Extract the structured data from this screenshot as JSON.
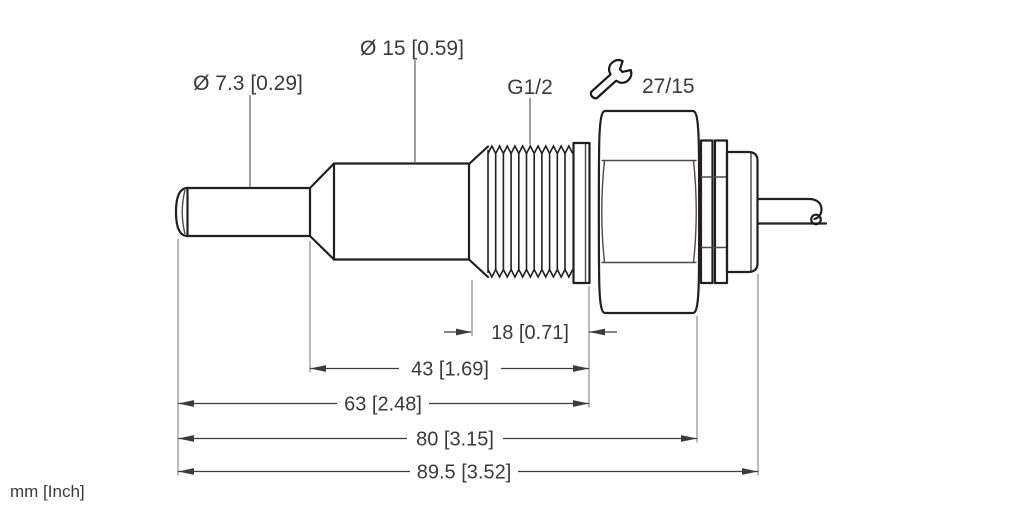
{
  "diagram": {
    "type": "technical-dimension-drawing",
    "units_note": "mm [Inch]",
    "callouts": {
      "tip_diameter": "Ø 7.3 [0.29]",
      "body_diameter": "Ø 15 [0.59]",
      "thread_spec": "G1/2",
      "wrench_size": "27/15"
    },
    "dimensions": {
      "thread_length": "18 [0.71]",
      "mount_length": "43 [1.69]",
      "probe_length": "63 [2.48]",
      "housing_length": "80 [3.15]",
      "overall_length": "89.5 [3.52]"
    },
    "icons": {
      "wrench": "wrench-icon",
      "cable_break": "cable-break-icon"
    },
    "colors": {
      "outline": "#231f20",
      "dimension_lines": "#3c3c3c",
      "extension_lines": "#8c8c8c",
      "text": "#3a3a3a",
      "background": "#ffffff"
    }
  }
}
